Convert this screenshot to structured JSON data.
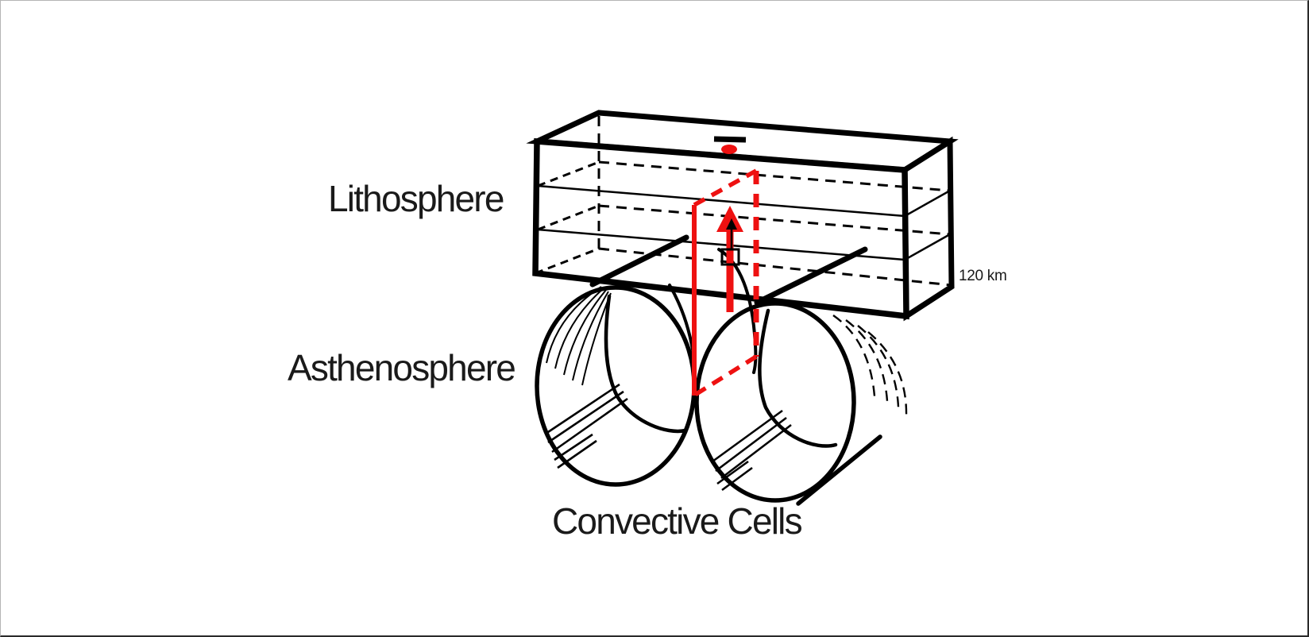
{
  "figure": {
    "labels": {
      "lithosphere": "Lithosphere",
      "asthenosphere": "Asthenosphere",
      "convective_cells": "Convective Cells",
      "depth_scale": "120 km"
    },
    "colors": {
      "ink": "#000000",
      "accent_red": "#ee1111",
      "text": "#1a1a1a",
      "background": "#ffffff"
    }
  }
}
